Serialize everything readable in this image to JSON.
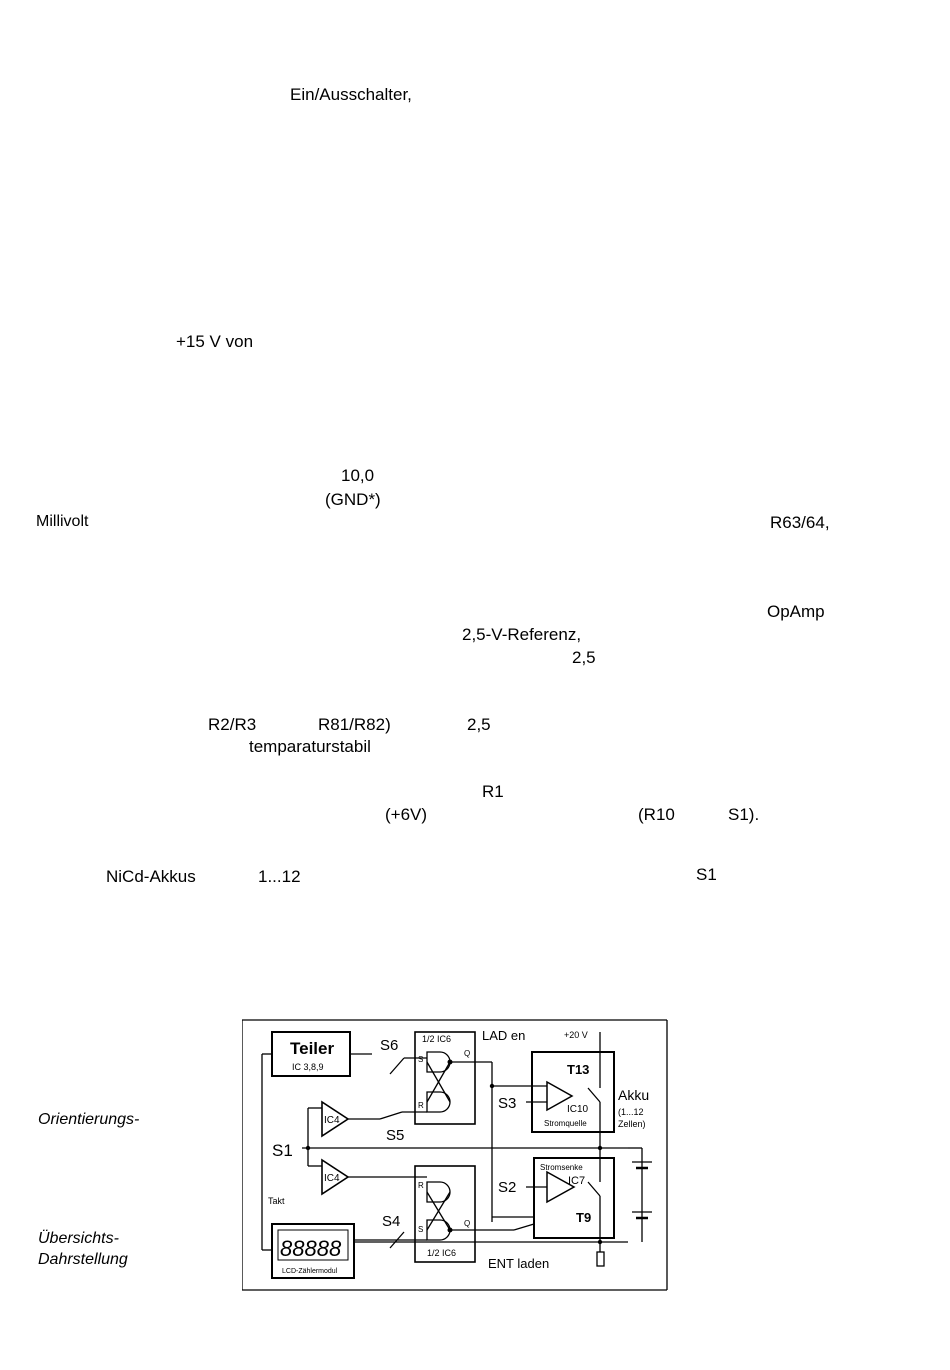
{
  "text": {
    "ein_aus": "Ein/Ausschalter,",
    "v15": "+15 V von",
    "val10": "10,0",
    "gnd": "(GND*)",
    "millivolt": "Millivolt",
    "r6364": "R63/64,",
    "opamp": "OpAmp",
    "ref25": "2,5-V-Referenz,",
    "val25a": "2,5",
    "r2r3": "R2/R3",
    "r81r82": "R81/R82)",
    "val25b": "2,5",
    "temp": "temparaturstabil",
    "r1": "R1",
    "plus6v": "(+6V)",
    "r10": "(R10",
    "s1paren": "S1).",
    "nicd": "NiCd-Akkus",
    "range": "1...12",
    "s1": "S1"
  },
  "captions": {
    "orient": "Orientierungs-",
    "uebersicht": "Übersichts-",
    "dahr": "Dahrstellung"
  },
  "figure": {
    "teiler": "Teiler",
    "teiler_ic": "IC 3,8,9",
    "s6": "S6",
    "ic6_top": "1/2 IC6",
    "ic6_bottom": "1/2 IC6",
    "lad_en": "LAD en",
    "v20": "+20 V",
    "t13": "T13",
    "akku": "Akku",
    "akku_range": "(1...12",
    "akku_cells": "Zellen)",
    "s3": "S3",
    "ic10": "IC10",
    "stromquelle": "Stromquelle",
    "ic4_top": "IC4",
    "ic4_bottom": "IC4",
    "s5": "S5",
    "s1": "S1",
    "stromsenke": "Stromsenke",
    "ic7": "IC7",
    "s2": "S2",
    "t9": "T9",
    "takt": "Takt",
    "s4": "S4",
    "lcd_digits": "88888",
    "lcd_label": "LCD-Zählermodul",
    "ent_laden": "ENT laden",
    "pin_s": "S",
    "pin_r": "R",
    "pin_q": "Q"
  }
}
